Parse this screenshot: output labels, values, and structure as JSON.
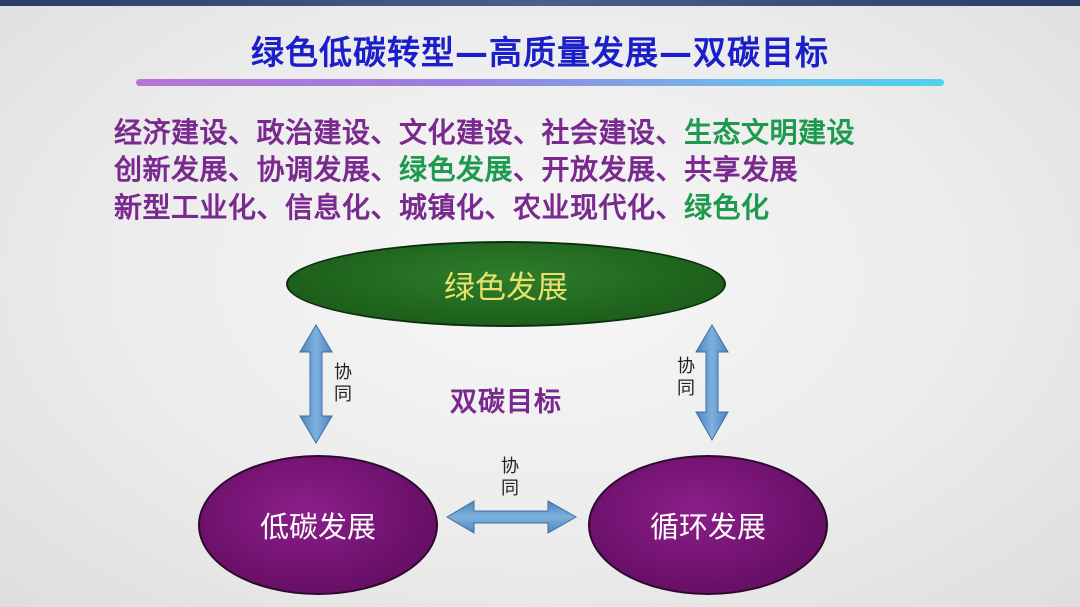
{
  "title": "绿色低碳转型—高质量发展—双碳目标",
  "lines": [
    {
      "purple": "经济建设、政治建设、文化建设、社会建设、",
      "green": "生态文明建设",
      "tail": ""
    },
    {
      "purple": "创新发展、协调发展、",
      "green": "绿色发展",
      "tail": "、开放发展、共享发展"
    },
    {
      "purple": "新型工业化、信息化、城镇化、农业现代化、",
      "green": "绿色化",
      "tail": ""
    }
  ],
  "nodes": {
    "top": "绿色发展",
    "left": "低碳发展",
    "right": "循环发展"
  },
  "center": "双碳目标",
  "edge_label_char1": "协",
  "edge_label_char2": "同",
  "colors": {
    "title": "#1a1fc9",
    "purple_text": "#7a2a8e",
    "green_text": "#1e9a4f",
    "green_node": "#1f641d",
    "purple_node": "#6d116c",
    "arrow": "#5b93c9"
  }
}
